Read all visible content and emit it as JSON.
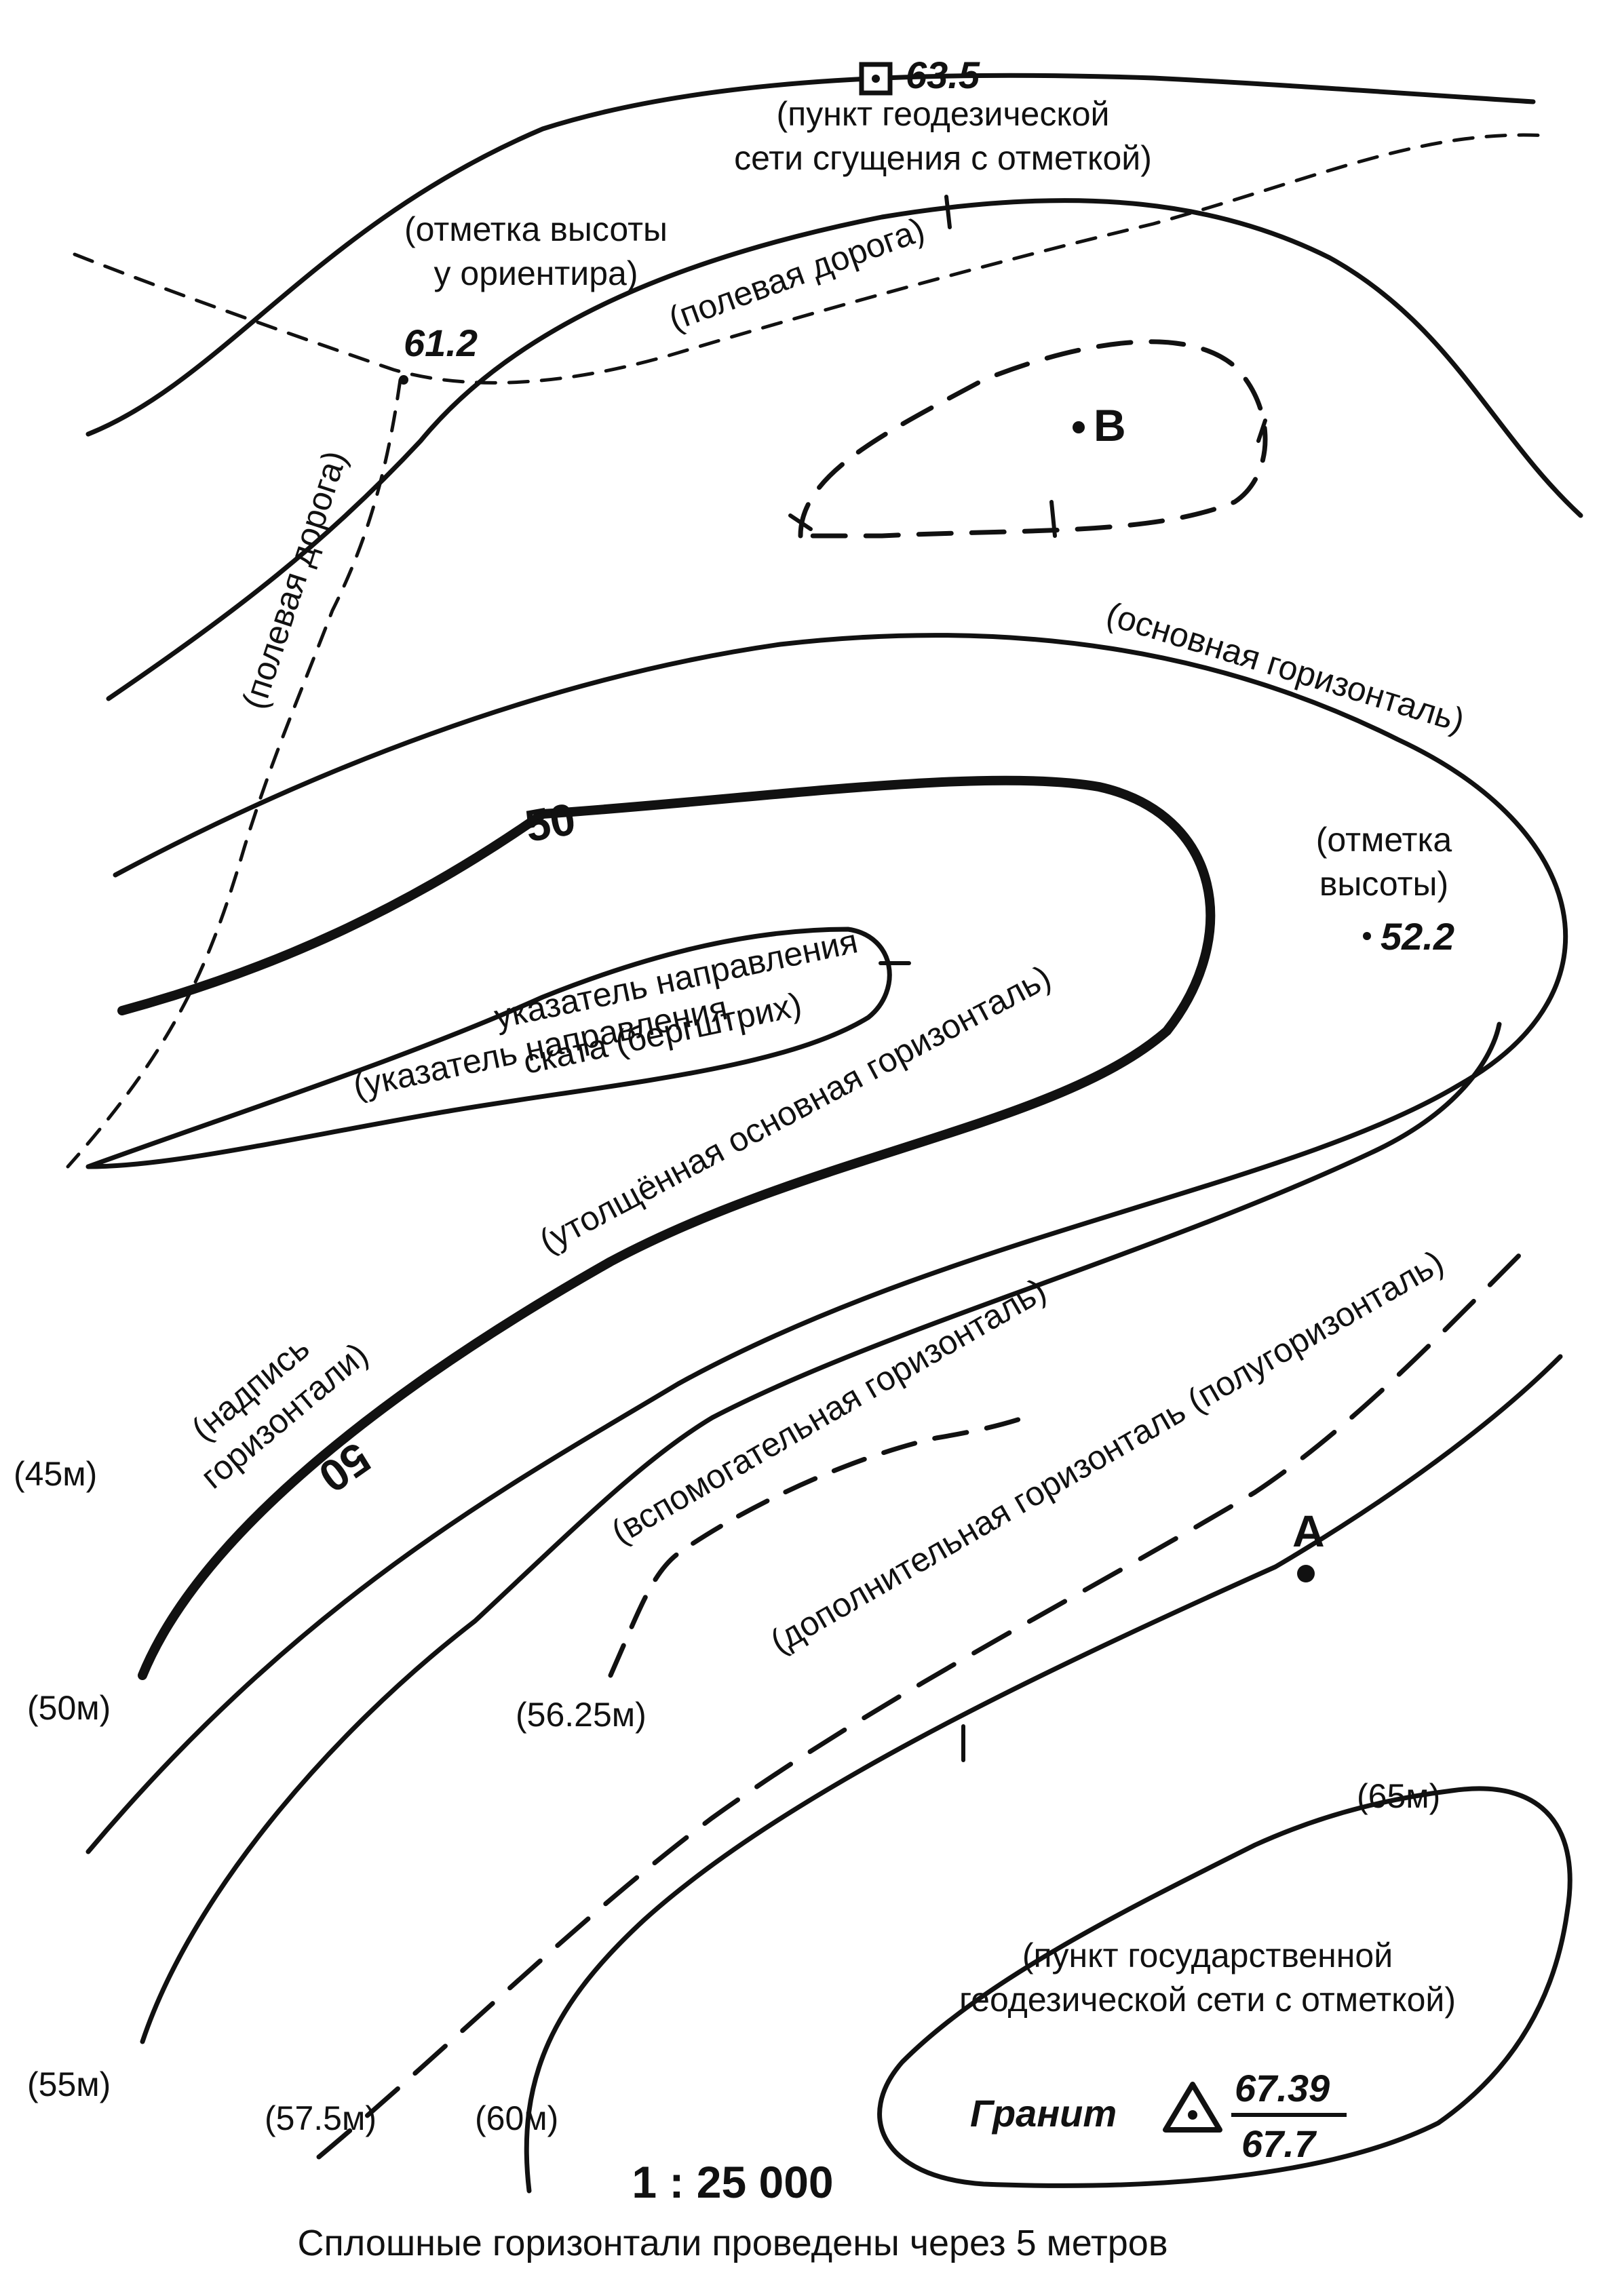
{
  "map": {
    "scale": "1 : 25 000",
    "footer": "Сплошные горизонтали проведены через 5 метров",
    "point_labels": {
      "a": "A",
      "b": "B"
    },
    "elevation_marks": {
      "geodetic_condensation": "63.5",
      "landmark": "61.2",
      "spot_height": "52.2",
      "state_point_name": "Гранит",
      "state_point_top": "67.39",
      "state_point_bottom": "67.7"
    },
    "contour_numbers": {
      "upper": "50",
      "lower": "50"
    },
    "annotations": {
      "geodetic_condensation_1": "(пункт геодезической",
      "geodetic_condensation_2": "сети сгущения с отметкой)",
      "landmark_height_1": "(отметка высоты",
      "landmark_height_2": "у ориентира)",
      "field_road_top": "(полевая дорога)",
      "field_road_left": "(полевая дорога)",
      "main_contour": "(основная горизонталь)",
      "spot_height_1": "(отметка",
      "spot_height_2": "высоты)",
      "slope_indicator_1": "указатель направления",
      "slope_indicator_2": "(указатель направления",
      "slope_indicator_3": "ската (бергштрих)",
      "thick_main_contour": "(утолщённая основная горизонталь)",
      "contour_label_1": "(надпись",
      "contour_label_2": "горизонтали)",
      "auxiliary_contour": "(вспомогательная горизонталь)",
      "additional_contour": "(дополнительная горизонталь (полугоризонталь)",
      "state_point_1": "(пункт государственной",
      "state_point_2": "геодезической сети с отметкой)"
    },
    "contour_values": {
      "c45": "(45м)",
      "c50": "(50м)",
      "c5625": "(56.25м)",
      "c55": "(55м)",
      "c575": "(57.5м)",
      "c60": "(60м)",
      "c65": "(65м)"
    }
  }
}
